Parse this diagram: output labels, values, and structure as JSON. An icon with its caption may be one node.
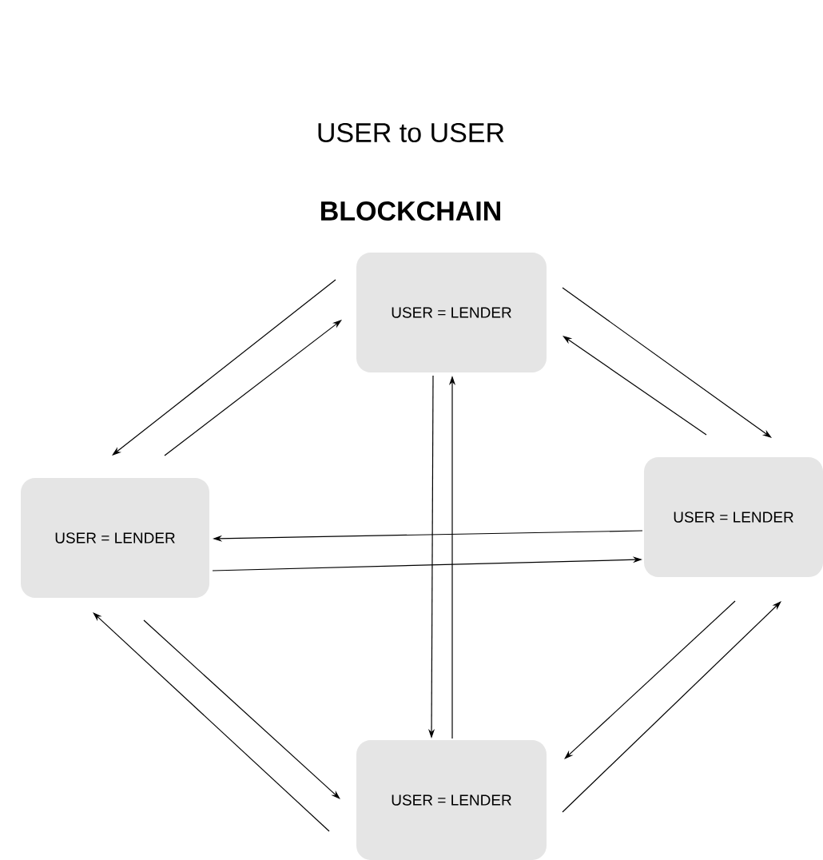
{
  "diagram": {
    "title": "USER to USER",
    "nodes": [
      {
        "text": [
          "USER = LENDER"
        ]
      },
      {
        "text": [
          "USER = LENDER"
        ]
      },
      {
        "text": [
          "USER = LENDER"
        ]
      },
      {
        "text": [
          "USER = LENDER"
        ]
      }
    ],
    "edges": [
      {
        "from": 0,
        "to": 1,
        "arrow": "to"
      },
      {
        "from": 1,
        "to": 0,
        "arrow": "to"
      },
      {
        "from": 0,
        "to": 2,
        "arrow": "to"
      },
      {
        "from": 2,
        "to": 0,
        "arrow": "to"
      },
      {
        "from": 2,
        "to": 1,
        "arrow": "to"
      },
      {
        "from": 1,
        "to": 2,
        "arrow": "to"
      },
      {
        "from": 0,
        "to": 3,
        "arrow": "to"
      },
      {
        "from": 3,
        "to": 0,
        "arrow": "to"
      },
      {
        "from": 3,
        "to": 1,
        "arrow": "to"
      },
      {
        "from": 1,
        "to": 3,
        "arrow": "to"
      },
      {
        "from": 2,
        "to": 3,
        "arrow": "to"
      },
      {
        "from": 3,
        "to": 2,
        "arrow": "to"
      }
    ],
    "labels": [
      "BLOCKCHAIN"
    ]
  }
}
